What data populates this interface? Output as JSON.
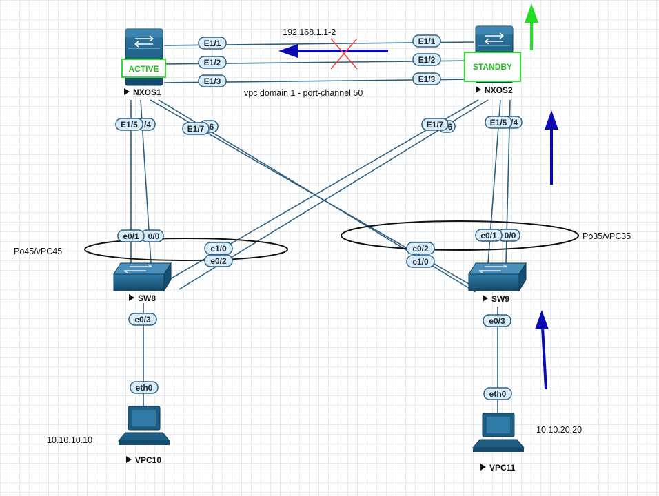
{
  "nodes": {
    "nxos1": "NXOS1",
    "nxos2": "NXOS2",
    "sw8": "SW8",
    "sw9": "SW9",
    "vpc10": "VPC10",
    "vpc11": "VPC11"
  },
  "status": {
    "active": "ACTIVE",
    "standby": "STANDBY"
  },
  "annotations": {
    "peer_ip": "192.168.1.1-2",
    "vpc_domain": "vpc domain 1 - port-channel 50",
    "po45": "Po45/vPC45",
    "po35": "Po35/vPC35",
    "ip_vpc10": "10.10.10.10",
    "ip_vpc11": "10.10.20.20"
  },
  "ports": {
    "nxos1_e11": "E1/1",
    "nxos1_e12": "E1/2",
    "nxos1_e13": "E1/3",
    "nxos2_e11": "E1/1",
    "nxos2_e12": "E1/2",
    "nxos2_e13": "E1/3",
    "nxos1_e15": "E1/5",
    "nxos1_e14": "/4",
    "nxos1_e17": "E1/7",
    "nxos1_e16": "6",
    "nxos2_e17": "E1/7",
    "nxos2_e16": "6",
    "nxos2_e15": "E1/5",
    "nxos2_e14": "/4",
    "sw8_e01": "e0/1",
    "sw8_e00": "0/0",
    "sw8_e10": "e1/0",
    "sw8_e02": "e0/2",
    "sw8_e03": "e0/3",
    "sw9_e01": "e0/1",
    "sw9_e00": "0/0",
    "sw9_e02": "e0/2",
    "sw9_e10": "e1/0",
    "sw9_e03": "e0/3",
    "vpc10_eth0": "eth0",
    "vpc11_eth0": "eth0"
  },
  "colors": {
    "link": "#2f5f80",
    "device": "#1f5d83",
    "port_fill": "#d9ecf7",
    "status_border": "#33dd33",
    "status_text": "#22bb22",
    "arrow_blue": "#0a0ab0",
    "arrow_green": "#22dd22",
    "failure_x": "#ff3b3b"
  },
  "icons": [
    "switch-icon",
    "nexus-switch-icon",
    "pc-icon",
    "play-triangle-icon",
    "arrow-up-icon",
    "arrow-left-icon",
    "failure-x-icon"
  ]
}
